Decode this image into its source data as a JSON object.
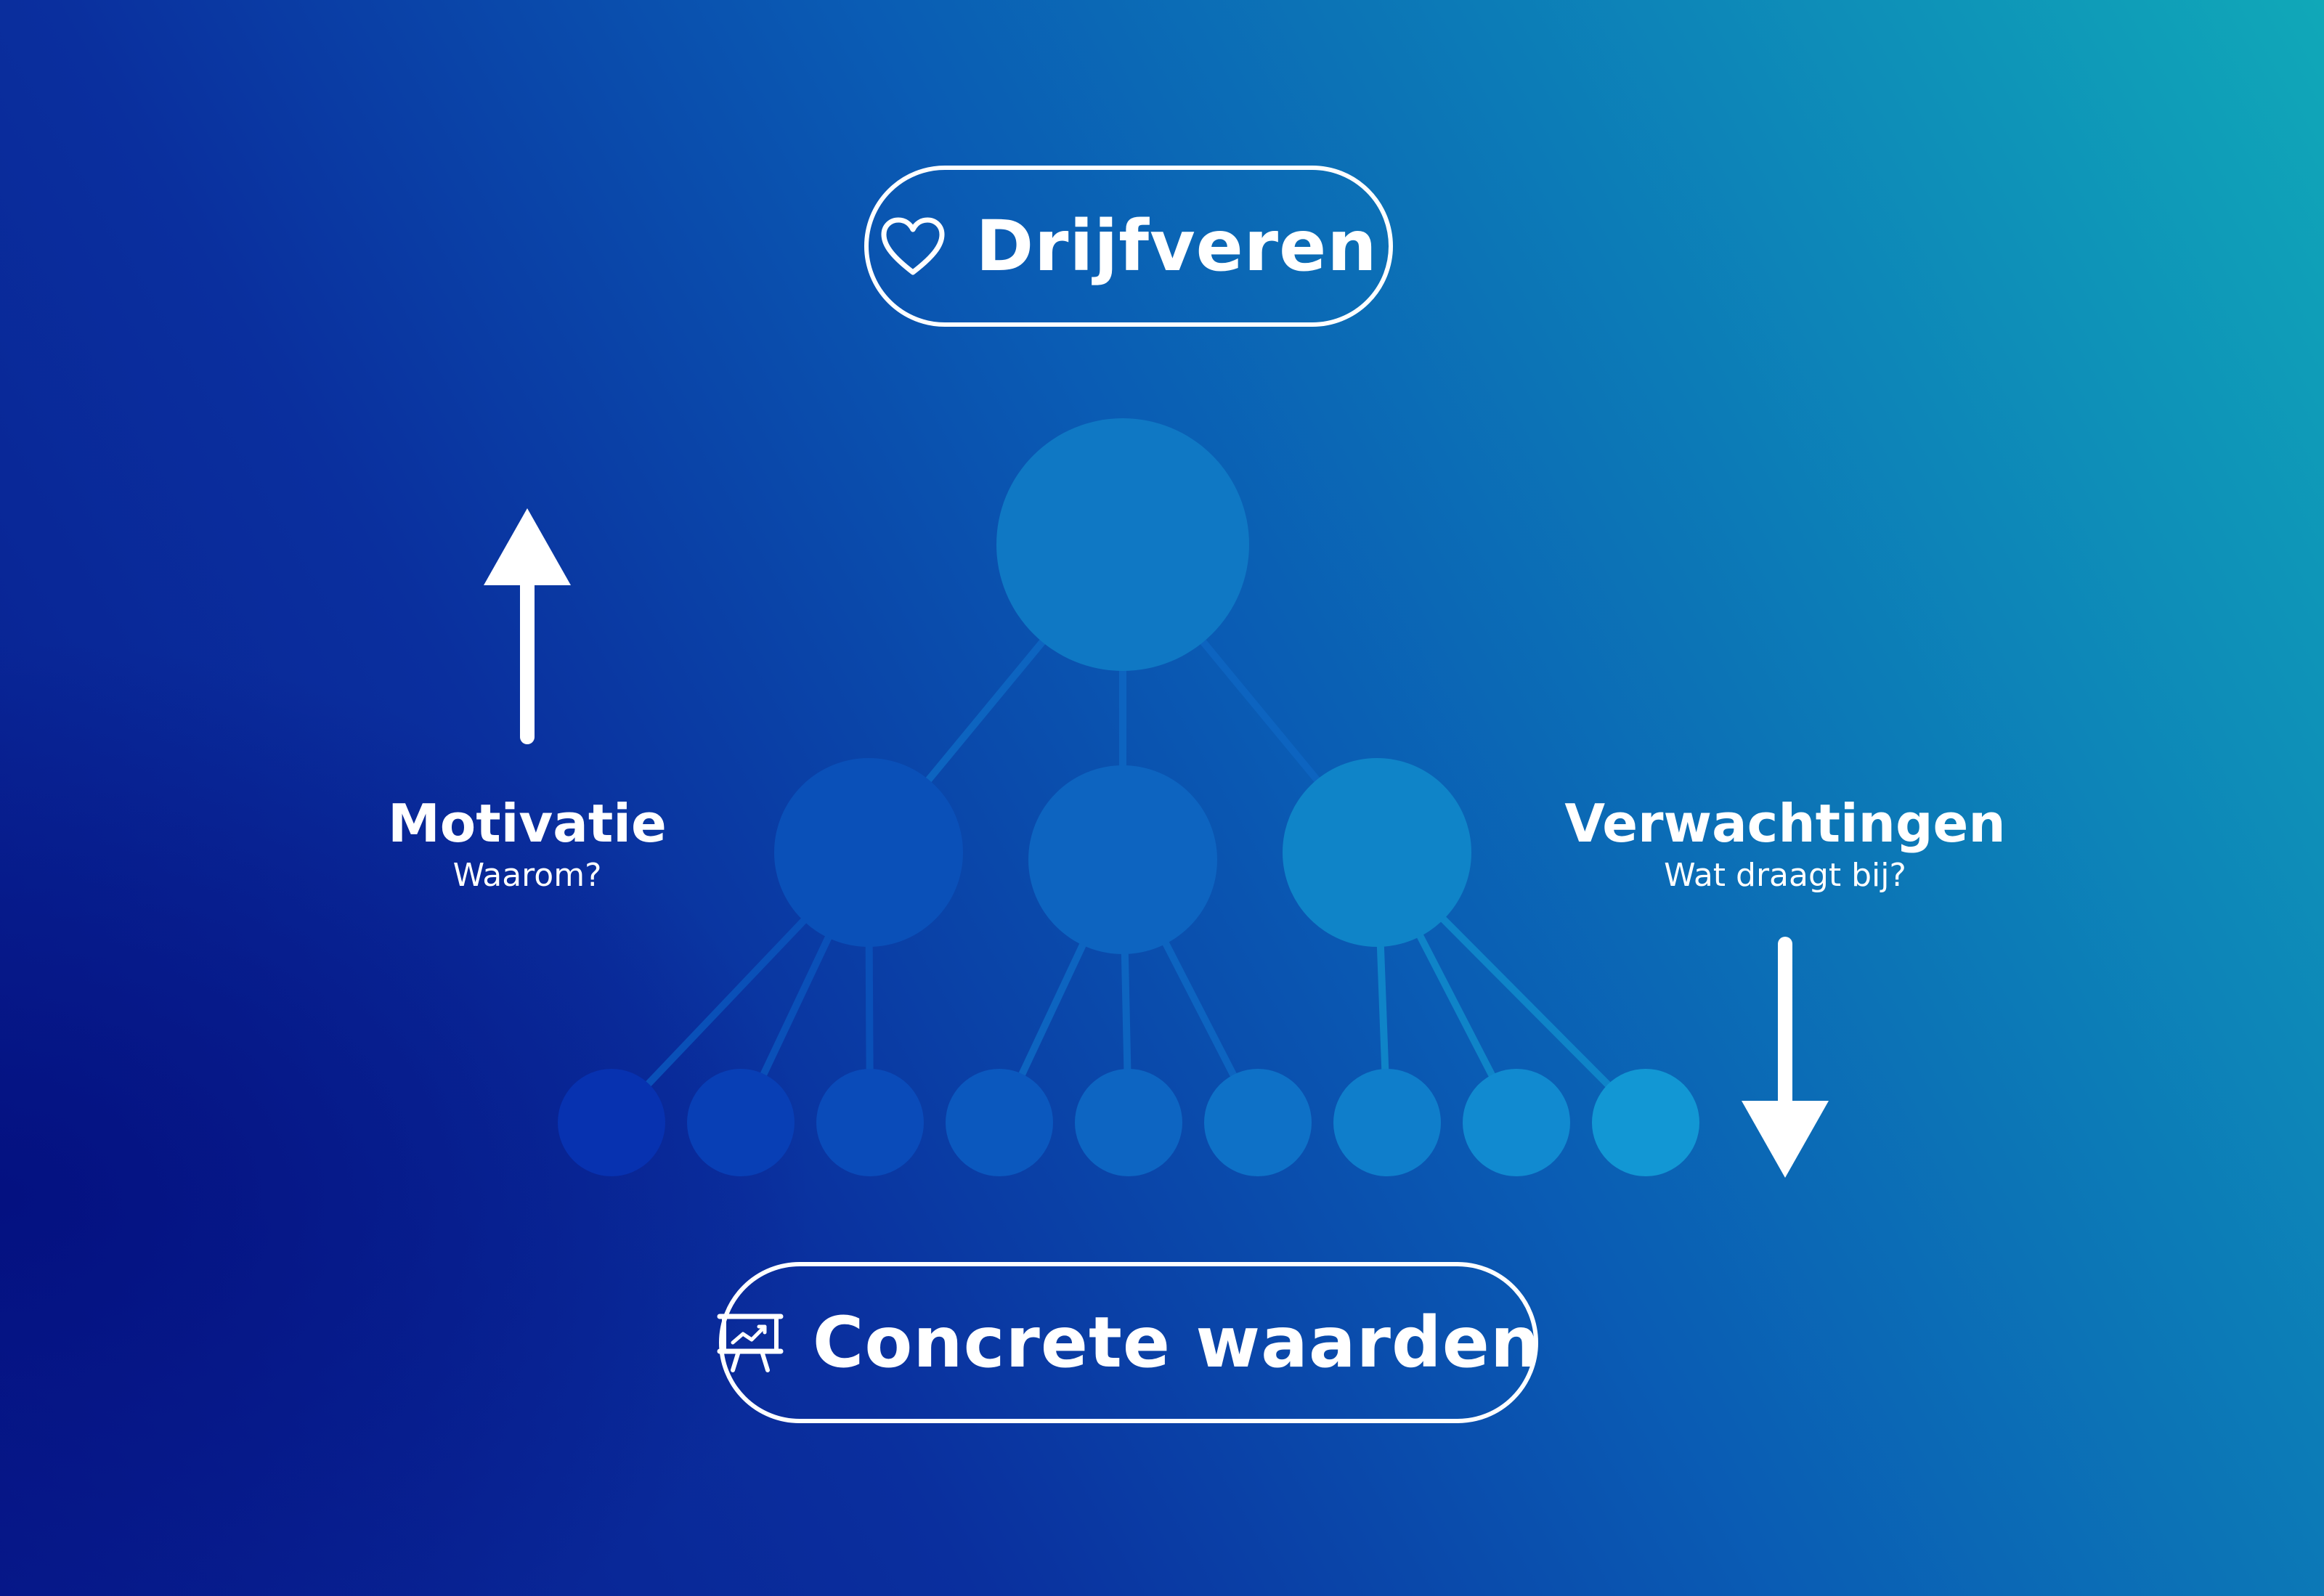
{
  "top_pill": {
    "label": "Drijfveren",
    "icon": "heart-icon"
  },
  "bottom_pill": {
    "label": "Concrete waarden",
    "icon": "presentation-chart-icon"
  },
  "left_label": {
    "title": "Motivatie",
    "subtitle": "Waarom?",
    "arrow": "up"
  },
  "right_label": {
    "title": "Verwachtingen",
    "subtitle": "Wat draagt bij?",
    "arrow": "down"
  },
  "tree": {
    "levels": [
      1,
      3,
      9
    ],
    "children_per_node": 3
  },
  "colors": {
    "background_dark": "#071a8c",
    "background_light": "#10a8b8",
    "node_root": "#0f78c4",
    "node_left": "#0a50b8",
    "node_mid": "#0d64c0",
    "node_right": "#0f84c8",
    "leaf_start": "#0732b0",
    "leaf_end": "#1297d4",
    "stroke": "#ffffff"
  }
}
